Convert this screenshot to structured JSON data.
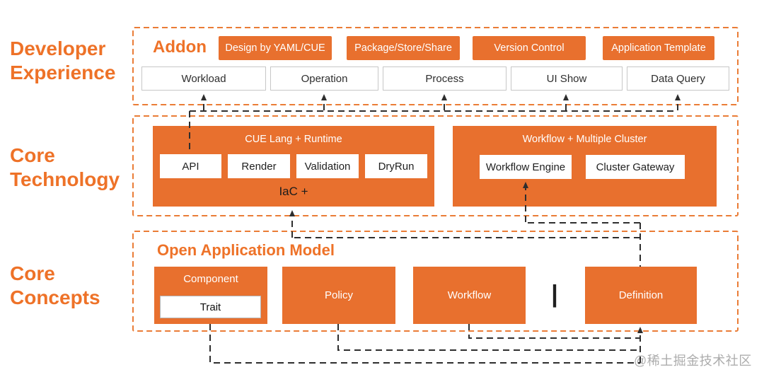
{
  "colors": {
    "accent_orange": "#E8702E",
    "label_orange": "#EE7228",
    "zone_border_orange": "#EA7C36",
    "connector_dark": "#2E2E2E"
  },
  "sections": {
    "developer_experience": {
      "side_label": "Developer Experience",
      "addon_label": "Addon",
      "addon_buttons": [
        "Design by YAML/CUE",
        "Package/Store/Share",
        "Version Control",
        "Application Template"
      ],
      "capabilities": [
        "Workload",
        "Operation",
        "Process",
        "UI Show",
        "Data Query"
      ]
    },
    "core_technology": {
      "side_label": "Core Technology",
      "cue_panel": {
        "title": "CUE Lang + Runtime",
        "items": [
          "API",
          "Render",
          "Validation",
          "DryRun"
        ],
        "footer": "IaC +"
      },
      "workflow_panel": {
        "title": "Workflow + Multiple Cluster",
        "items": [
          "Workflow Engine",
          "Cluster Gateway"
        ]
      }
    },
    "core_concepts": {
      "side_label": "Core Concepts",
      "heading": "Open Application Model",
      "component": {
        "title": "Component",
        "trait": "Trait"
      },
      "policy": "Policy",
      "workflow": "Workflow",
      "divider": "|",
      "definition": "Definition"
    }
  },
  "watermark": "@稀土掘金技术社区"
}
